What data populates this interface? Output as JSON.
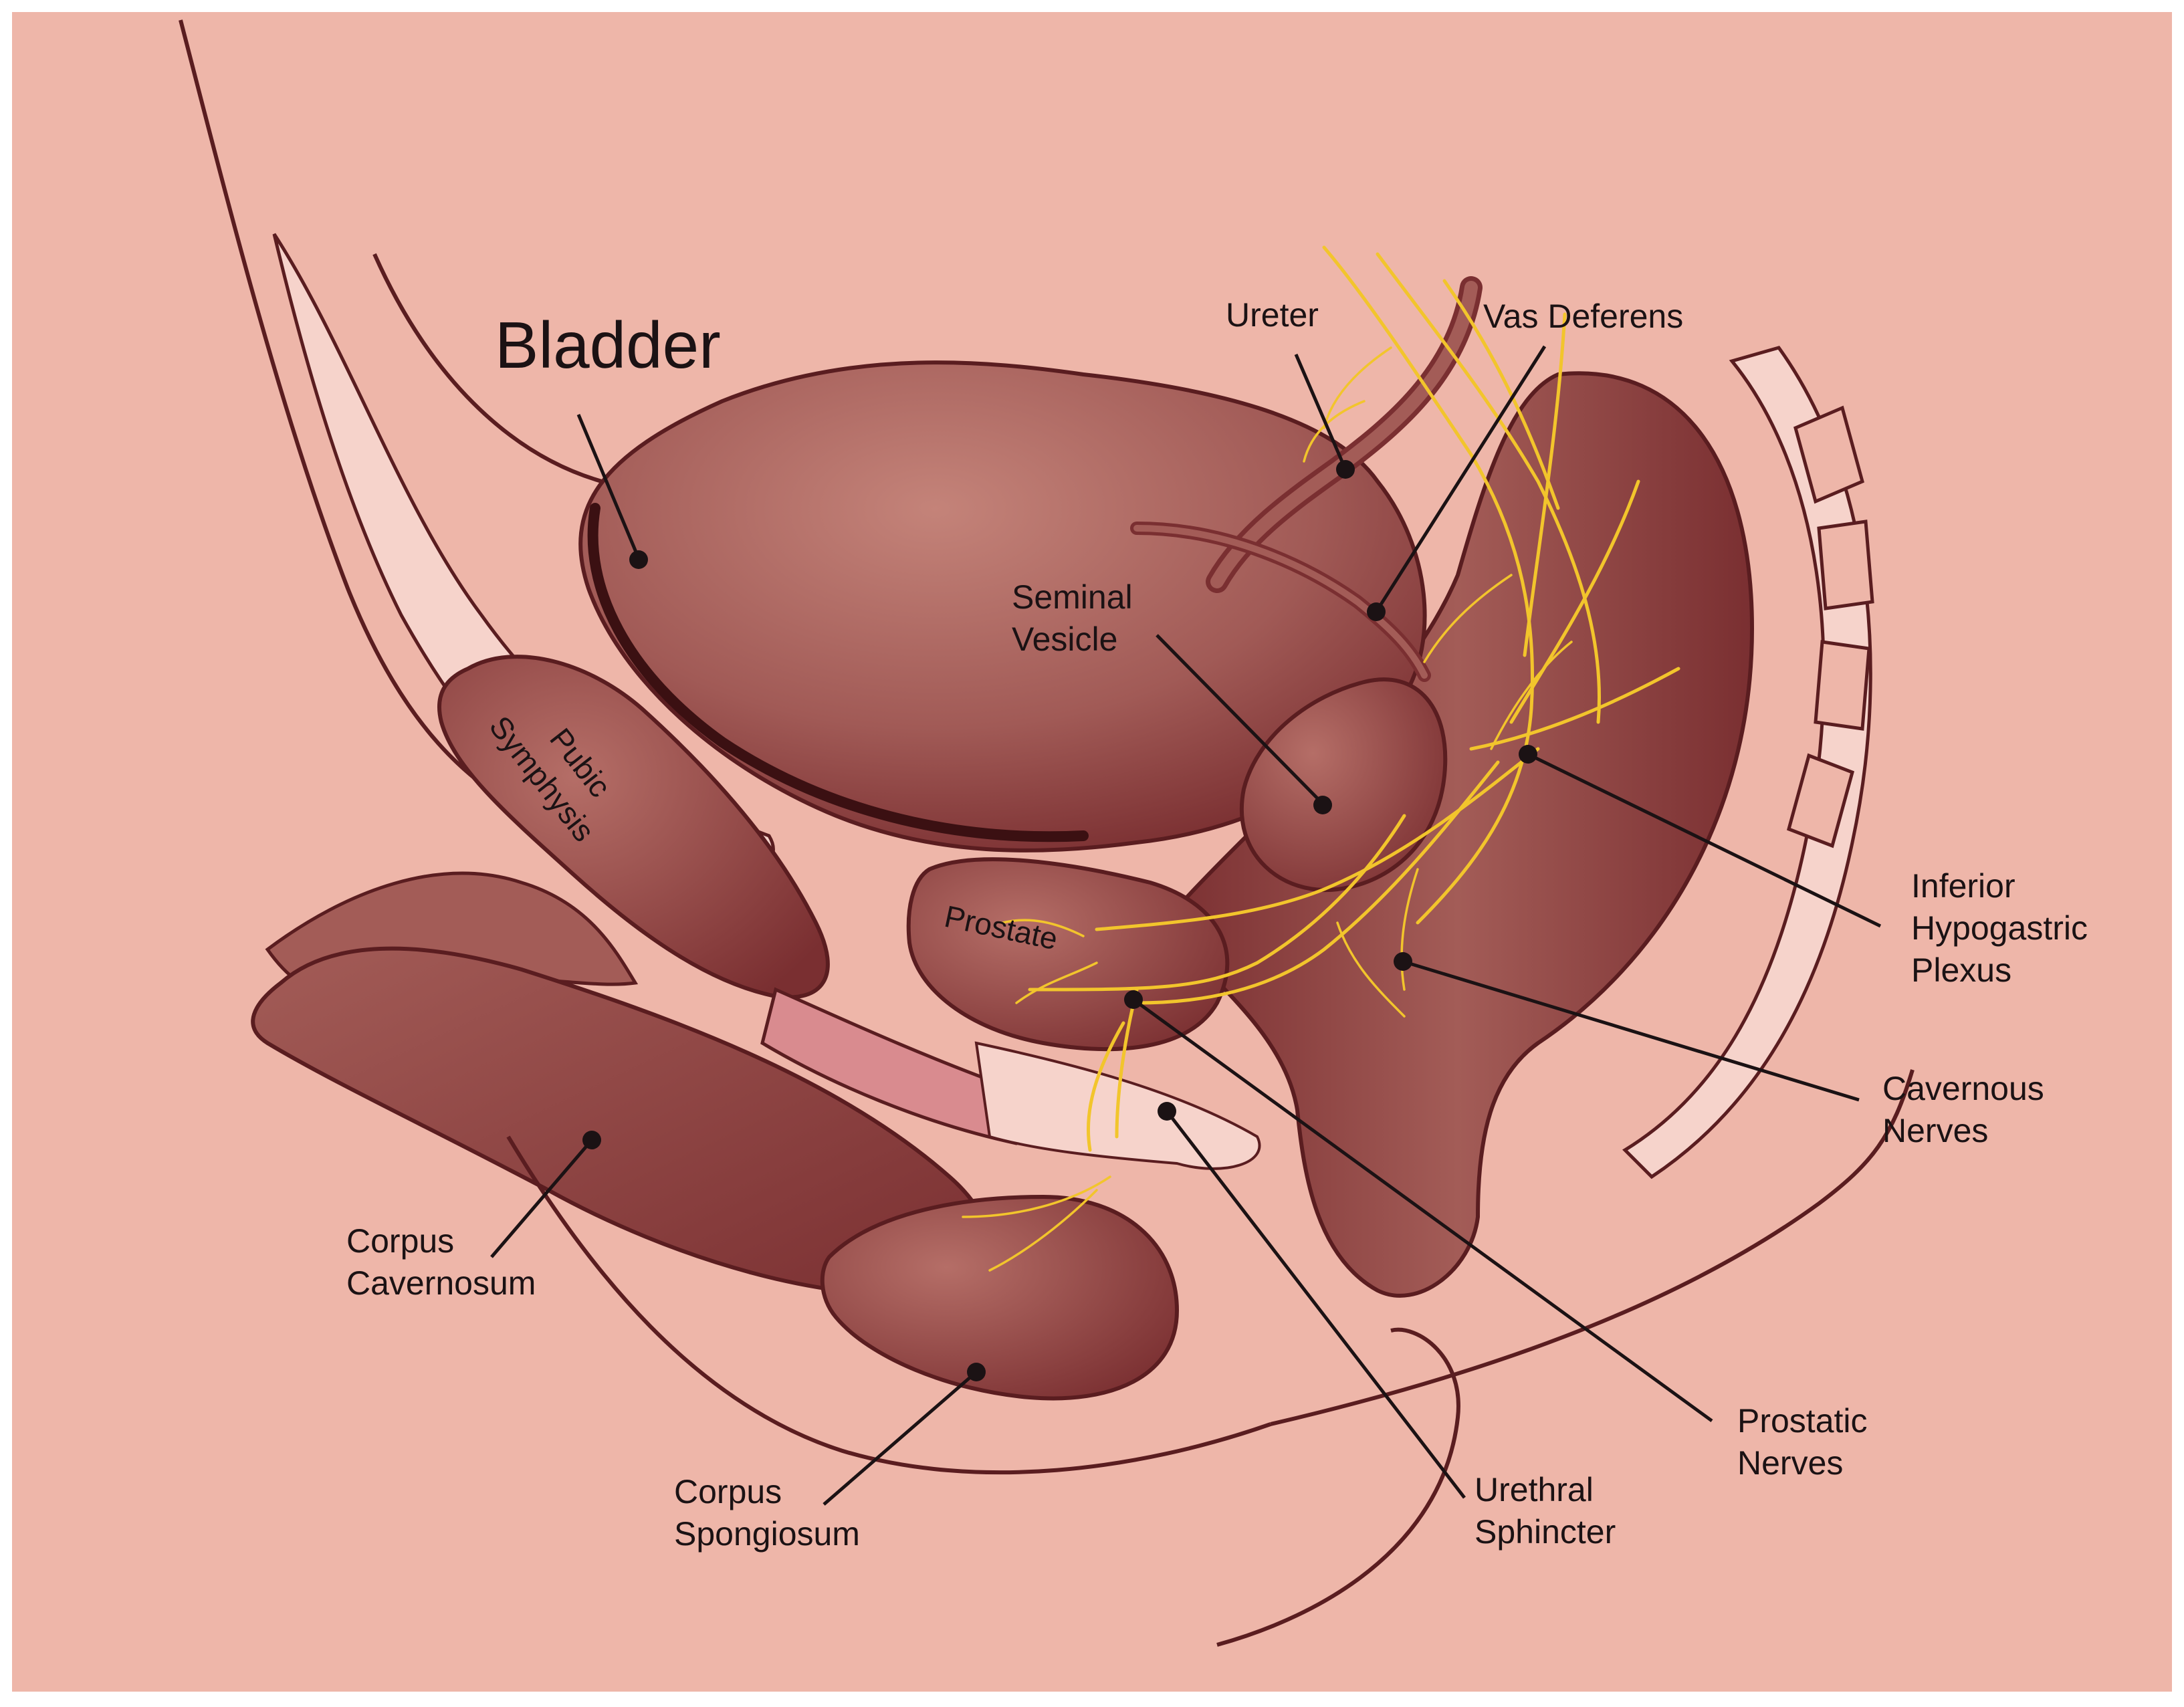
{
  "labels": {
    "bladder": "Bladder",
    "ureter": "Ureter",
    "vas_deferens": "Vas Deferens",
    "seminal_vesicle": [
      "Seminal",
      "Vesicle"
    ],
    "pubic_symphysis": [
      "Pubic",
      "Symphysis"
    ],
    "prostate": "Prostate",
    "inferior_hypogastric_plexus": [
      "Inferior",
      "Hypogastric",
      "Plexus"
    ],
    "cavernous_nerves": [
      "Cavernous",
      "Nerves"
    ],
    "prostatic_nerves": [
      "Prostatic",
      "Nerves"
    ],
    "urethral_sphincter": [
      "Urethral",
      "Sphincter"
    ],
    "corpus_cavernosum": [
      "Corpus",
      "Cavernosum"
    ],
    "corpus_spongiosum": [
      "Corpus",
      "Spongiosum"
    ]
  },
  "colors": {
    "background": "#eeb6a9",
    "organ_dark": "#7a2f31",
    "organ_mid": "#a8605c",
    "organ_light": "#c48379",
    "tissue_light": "#f6d3cb",
    "urethra": "#d98b8f",
    "nerve": "#f2c52c",
    "outline": "#5a1d20",
    "text": "#1b1214"
  }
}
